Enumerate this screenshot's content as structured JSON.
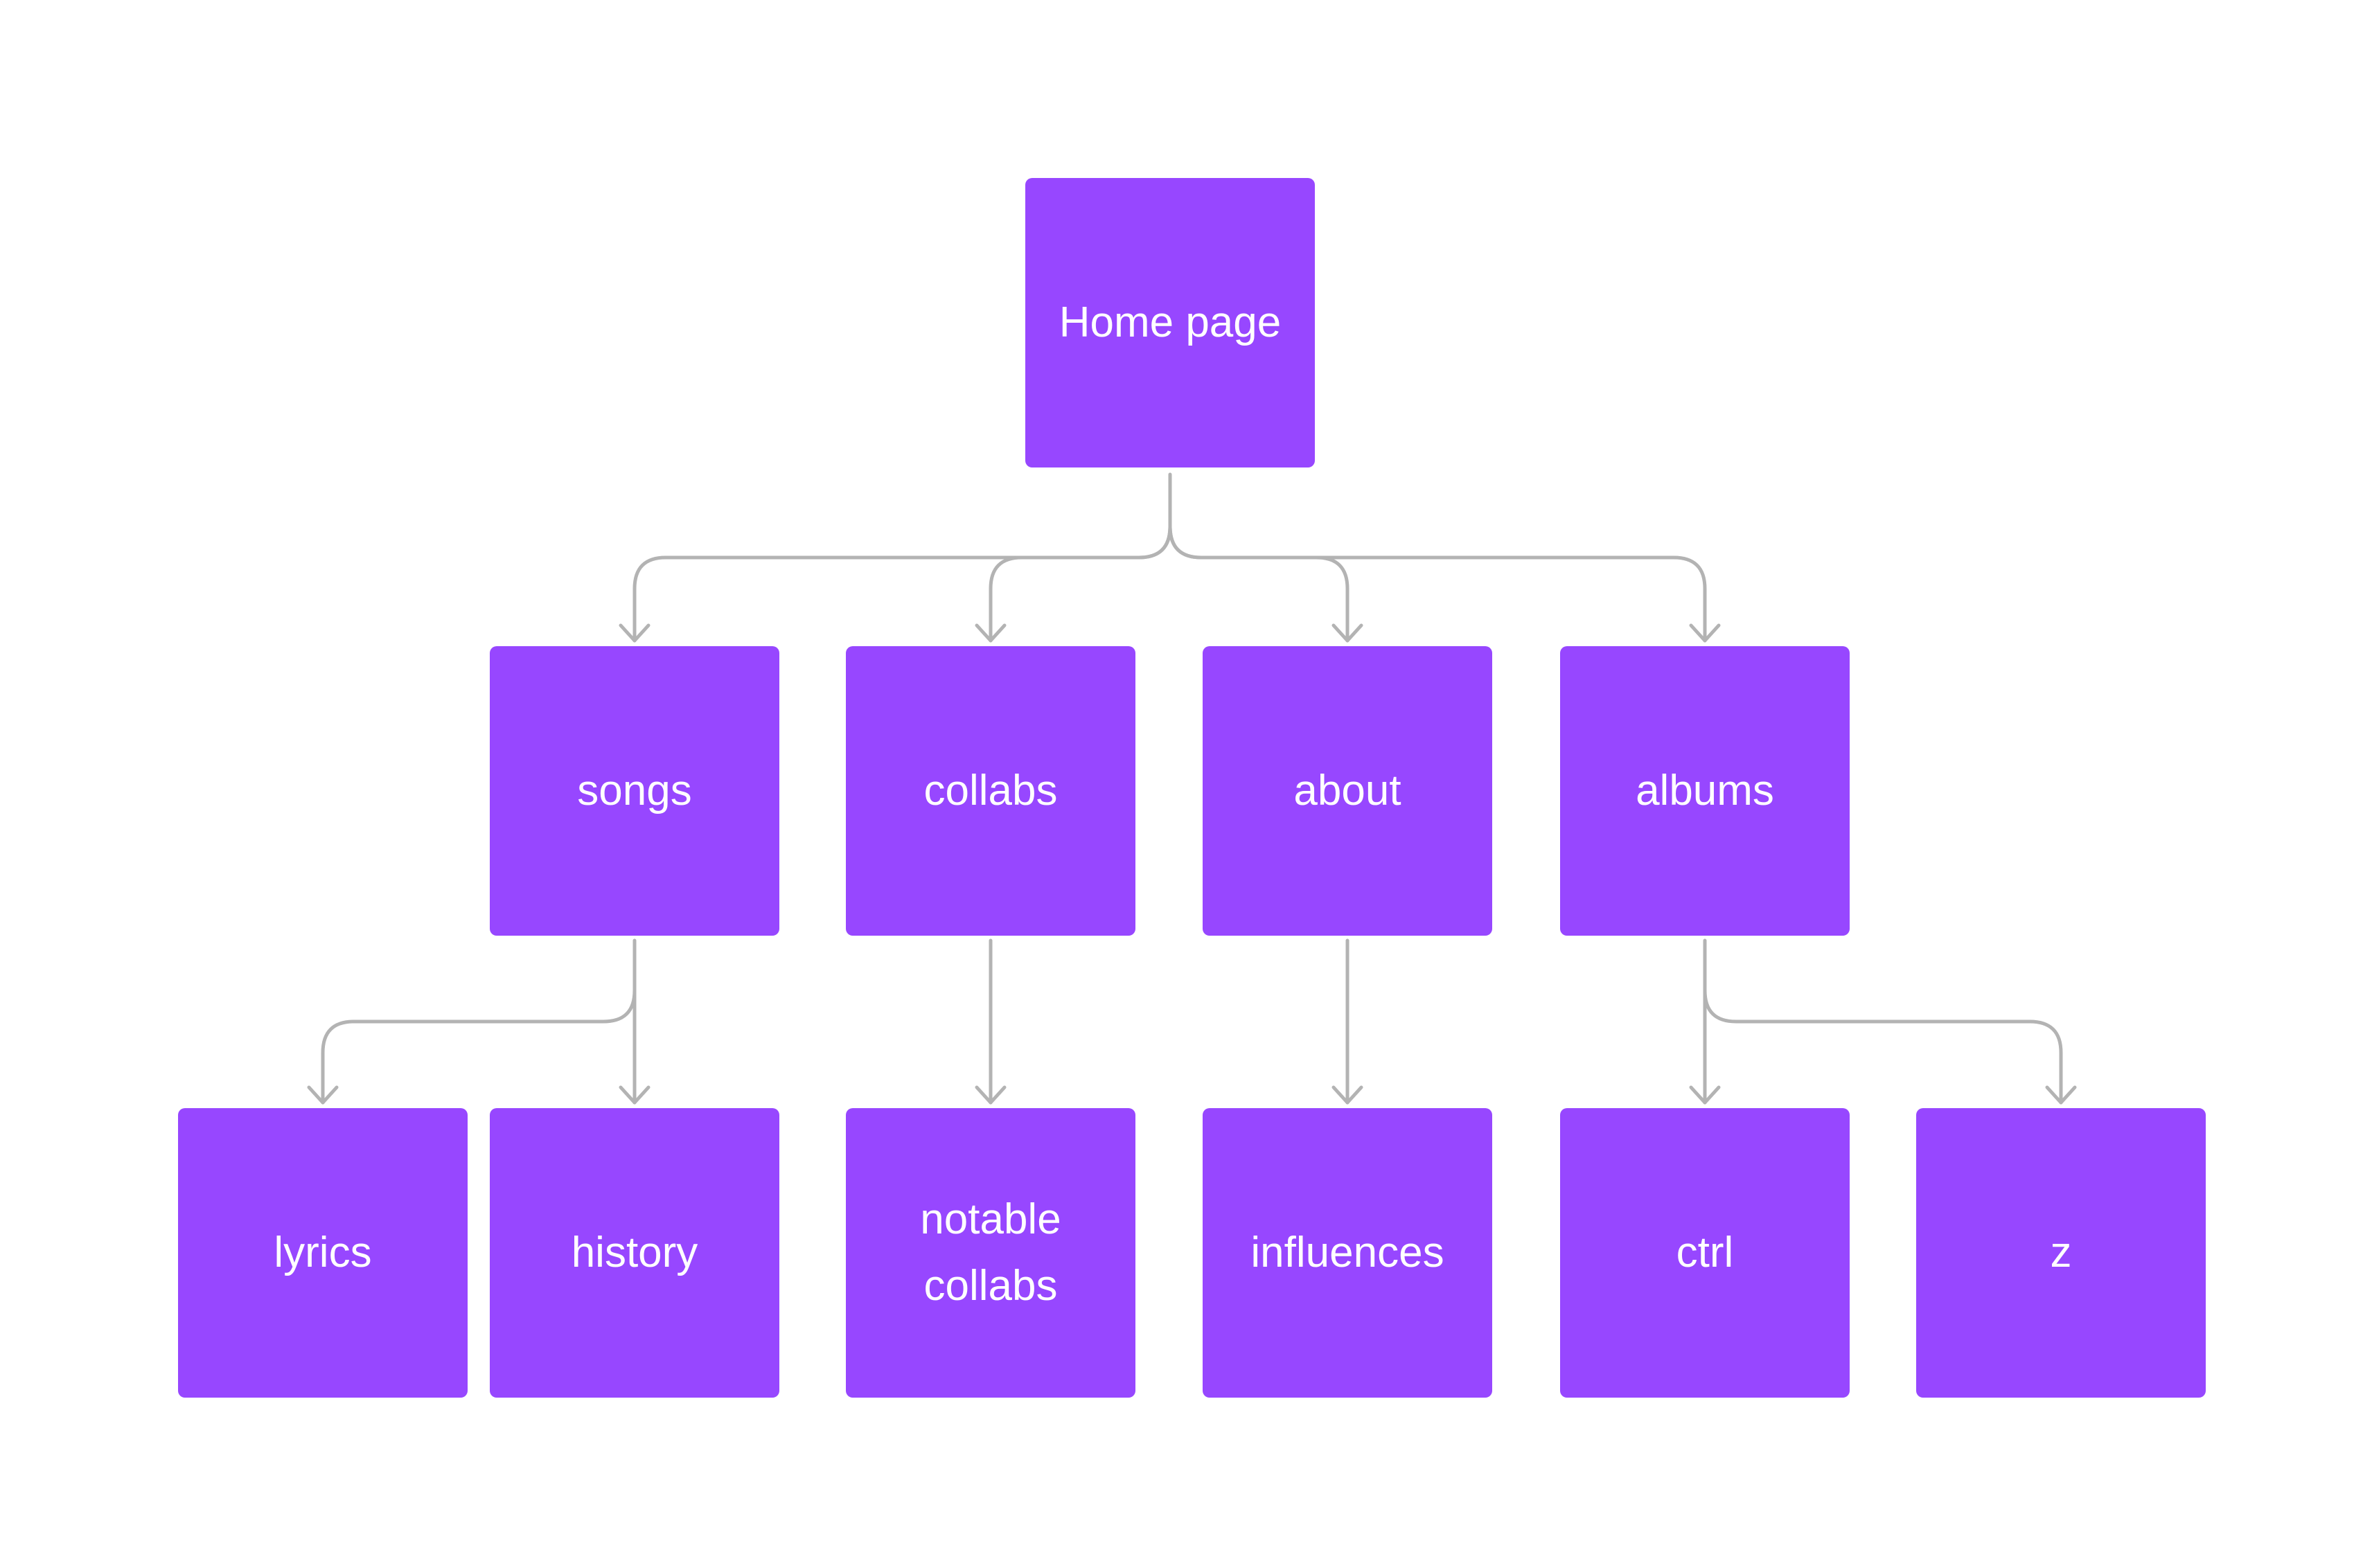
{
  "colors": {
    "node_fill": "#9747FF",
    "node_text": "#FFFFFF",
    "connector": "#B3B3B3",
    "background": "#FFFFFF"
  },
  "nodes": {
    "home": "Home page",
    "songs": "songs",
    "collabs": "collabs",
    "about": "about",
    "albums": "albums",
    "lyrics": "lyrics",
    "history": "history",
    "notable_collabs": "notable\ncollabs",
    "influences": "influences",
    "ctrl": "ctrl",
    "z": "z"
  },
  "edges": [
    {
      "from": "home",
      "to": "songs"
    },
    {
      "from": "home",
      "to": "collabs"
    },
    {
      "from": "home",
      "to": "about"
    },
    {
      "from": "home",
      "to": "albums"
    },
    {
      "from": "songs",
      "to": "lyrics"
    },
    {
      "from": "songs",
      "to": "history"
    },
    {
      "from": "collabs",
      "to": "notable_collabs"
    },
    {
      "from": "about",
      "to": "influences"
    },
    {
      "from": "albums",
      "to": "ctrl"
    },
    {
      "from": "albums",
      "to": "z"
    }
  ]
}
